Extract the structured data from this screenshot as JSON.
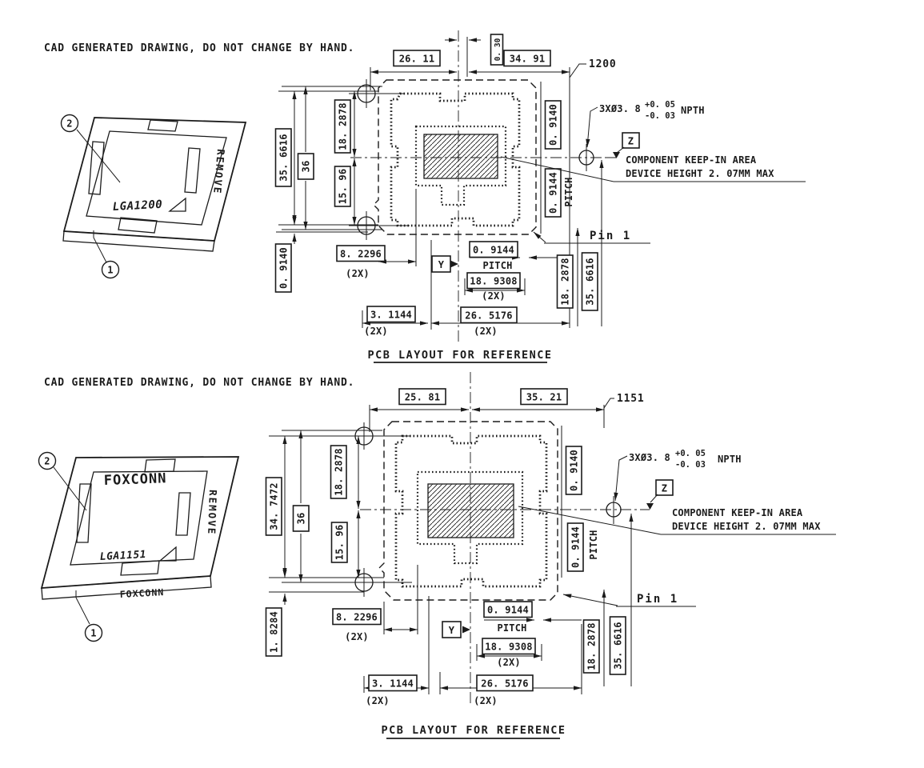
{
  "note": "CAD GENERATED DRAWING, DO NOT CHANGE BY HAND.",
  "colors": {
    "ink": "#1b1b1b",
    "paper": "#ffffff"
  },
  "drawings": [
    {
      "id": "lga1200",
      "socket": {
        "label": "LGA1200",
        "remove_label": "REMOVE",
        "balloon_top": "2",
        "balloon_bottom": "1"
      },
      "pkg_callout": "1200",
      "dims": {
        "top_left": "26. 11",
        "top_offset": "0. 30",
        "top_right": "34. 91",
        "total_height": "35. 6616",
        "body": "36",
        "upper_half": "18. 2878",
        "lower_half": "15. 96",
        "left_bottom": "0. 9140",
        "left_span": "8. 2296",
        "pitch_value": "0. 9144",
        "pitch_label": "PITCH",
        "span_18": "18. 9308",
        "offset_3": "3. 1144",
        "span_26": "26. 5176",
        "twox": "(2X)",
        "right_row": "0. 9140",
        "right_pitch_value": "0. 9144",
        "right_pitch_label": "PITCH",
        "right_upper": "18. 2878",
        "right_total": "35. 6616",
        "hole_note": "3XØ3. 8",
        "hole_tol_plus": "+0. 05",
        "hole_tol_minus": "-0. 03",
        "hole_suffix": "NPTH",
        "datum_y": "Y",
        "datum_z": "Z",
        "keepin_line1": "COMPONENT KEEP-IN AREA",
        "keepin_line2": "DEVICE HEIGHT 2. 07MM MAX",
        "pin1": "Pin 1",
        "title": "PCB LAYOUT FOR REFERENCE"
      }
    },
    {
      "id": "lga1151",
      "socket": {
        "label": "LGA1151",
        "remove_label": "REMOVE",
        "brand_top": "FOXCONN",
        "brand_front": "FOXCONN",
        "balloon_top": "2",
        "balloon_bottom": "1"
      },
      "pkg_callout": "1151",
      "dims": {
        "top_left": "25. 81",
        "top_right": "35. 21",
        "total_height": "34. 7472",
        "body": "36",
        "upper_half": "18. 2878",
        "lower_half": "15. 96",
        "left_bottom": "1. 8284",
        "left_span": "8. 2296",
        "pitch_value": "0. 9144",
        "pitch_label": "PITCH",
        "span_18": "18. 9308",
        "offset_3": "3. 1144",
        "span_26": "26. 5176",
        "twox": "(2X)",
        "right_row": "0. 9140",
        "right_pitch_value": "0. 9144",
        "right_pitch_label": "PITCH",
        "right_upper": "18. 2878",
        "right_total": "35. 6616",
        "hole_note": "3XØ3. 8",
        "hole_tol_plus": "+0. 05",
        "hole_tol_minus": "-0. 03",
        "hole_suffix": "NPTH",
        "datum_y": "Y",
        "datum_z": "Z",
        "keepin_line1": "COMPONENT KEEP-IN AREA",
        "keepin_line2": "DEVICE HEIGHT 2. 07MM MAX",
        "pin1": "Pin 1",
        "title": "PCB LAYOUT FOR REFERENCE"
      }
    }
  ]
}
